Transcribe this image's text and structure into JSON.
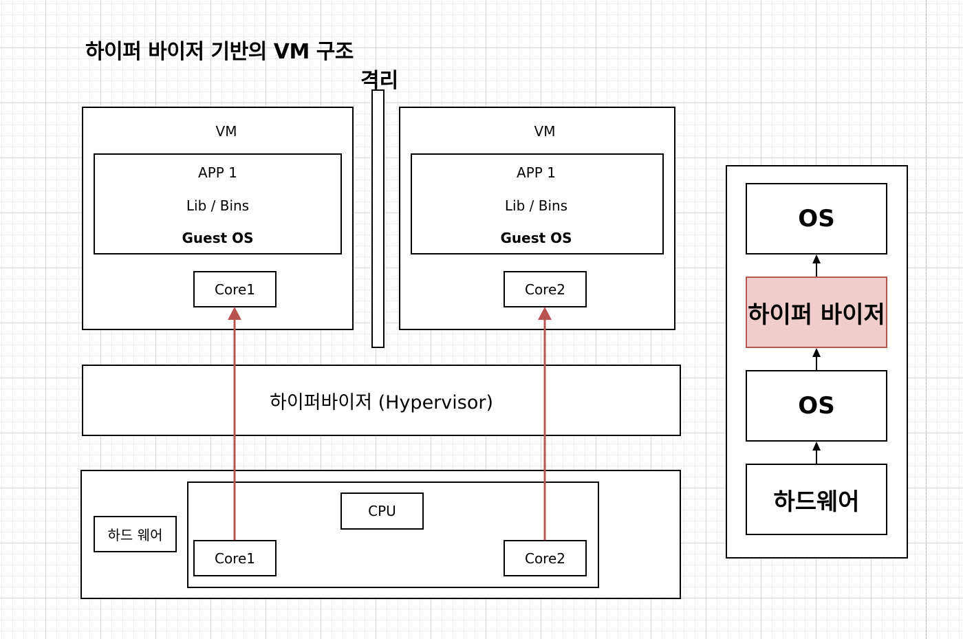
{
  "title": "하이퍼 바이저 기반의 VM 구조",
  "isolation_label": "격리",
  "vm_left": {
    "label": "VM",
    "app": "APP 1",
    "libs": "Lib / Bins",
    "guest_os": "Guest OS",
    "core": "Core1"
  },
  "vm_right": {
    "label": "VM",
    "app": "APP 1",
    "libs": "Lib / Bins",
    "guest_os": "Guest OS",
    "core": "Core2"
  },
  "hypervisor_label": "하이퍼바이저 (Hypervisor)",
  "hardware": {
    "label": "하드 웨어",
    "cpu": "CPU",
    "core1": "Core1",
    "core2": "Core2"
  },
  "stack": {
    "top_os": "OS",
    "hypervisor": "하이퍼 바이저",
    "host_os": "OS",
    "hardware": "하드웨어"
  },
  "colors": {
    "arrow": "#b85450",
    "hypervisor_fill": "#f0cdcd",
    "hypervisor_stroke": "#b85450"
  }
}
